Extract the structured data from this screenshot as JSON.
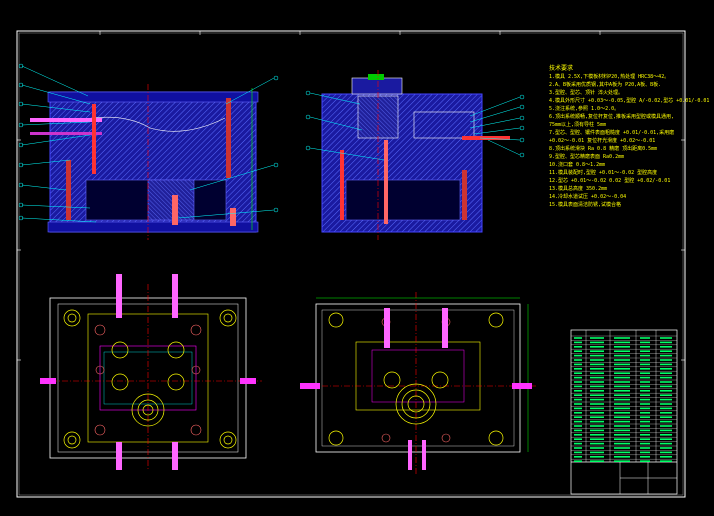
{
  "drawing": {
    "title": "技术要求",
    "notes": [
      "1.模具 2.5X,下模板材料P20,热处理 HRC38～42。",
      "2.A、B板采用优质钢,其中A板为 P20,A板、B板.",
      "3.型腔、型芯、顶针 淬火处理。",
      "4.模具外形尺寸 +0.03～-0.05,型腔 A/-0.02,型芯 +0.01/-0.01",
      "5.浇注系统,参照 1.0～2.0。",
      "6.顶出系统顺畅,复位杆复位,推板采用型腔或模具通用,",
      "   75mm以上,须有导柱 5mm",
      "7.型芯、型腔、镶件表面粗糙度 +0.01/-0.01,采用磨",
      "   +0.02～-0.01 复位杆光滑度 +0.02～-0.01",
      "8.顶出系统滑块 Ra 0.8 精磨 顶出距离0.5mm",
      "9.型腔、型芯精磨表面 Ra0.2mm",
      "10.浇口套 0.8～1.2mm",
      "11.模具装配时,型腔 +0.01～-0.02 型腔高度",
      "12.型芯 +0.01～-0.02  0.02 型腔 +0.02/-0.01",
      "13.模具总高度 350.2mm",
      "14.冷却水道试压 +0.02～-0.04",
      "15.模具表面清洁防锈,试模合格"
    ],
    "colors": {
      "background": "#000000",
      "frame": "#ffffff",
      "hatch": "#3a4cff",
      "plate": "#0000ff",
      "leader": "#00ffff",
      "dimension": "#00ff00",
      "part": "#ffff00",
      "centerline": "#ff0000",
      "highlight": "#ff00ff",
      "text": "#ffff00"
    }
  }
}
